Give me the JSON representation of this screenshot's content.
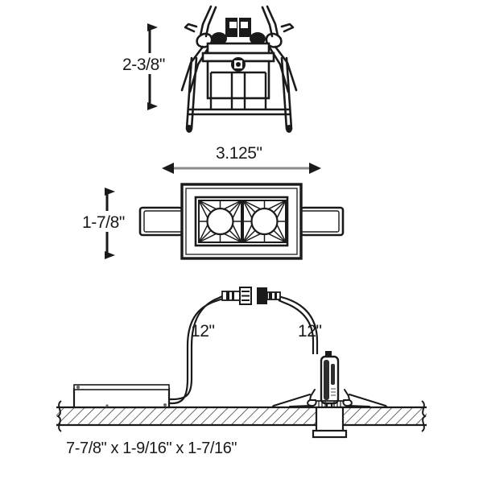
{
  "drawing": {
    "title": "Recessed linear luminaire dimension drawing",
    "line_color": "#1a1a1a",
    "fill_color": "#ffffff",
    "dim_line_color": "#7a7a7a",
    "hatch_color": "#2b2b2b"
  },
  "views": {
    "top": {
      "name": "housing-side-elevation",
      "dimension": {
        "label": "2-3/8\"",
        "orientation": "vertical",
        "axis": "height"
      }
    },
    "middle": {
      "name": "aperture-front-elevation",
      "width_dimension": {
        "label": "3.125\"",
        "orientation": "horizontal",
        "axis": "width"
      },
      "height_dimension": {
        "label": "1-7/8\"",
        "orientation": "vertical",
        "axis": "height"
      },
      "cells": [
        {
          "name": "lens-cell-left"
        },
        {
          "name": "lens-cell-right"
        }
      ]
    },
    "bottom": {
      "name": "ceiling-installation-detail",
      "lead_labels": [
        {
          "label": "12\"",
          "side": "left"
        },
        {
          "label": "12\"",
          "side": "right"
        }
      ],
      "components": [
        {
          "name": "junction-box"
        },
        {
          "name": "quick-connector-female"
        },
        {
          "name": "quick-connector-male"
        },
        {
          "name": "driver-module"
        },
        {
          "name": "ceiling-substrate"
        },
        {
          "name": "recessed-housing"
        }
      ]
    }
  },
  "caption": {
    "text": "7-7/8\" x 1-9/16\" x 1-7/16\""
  }
}
